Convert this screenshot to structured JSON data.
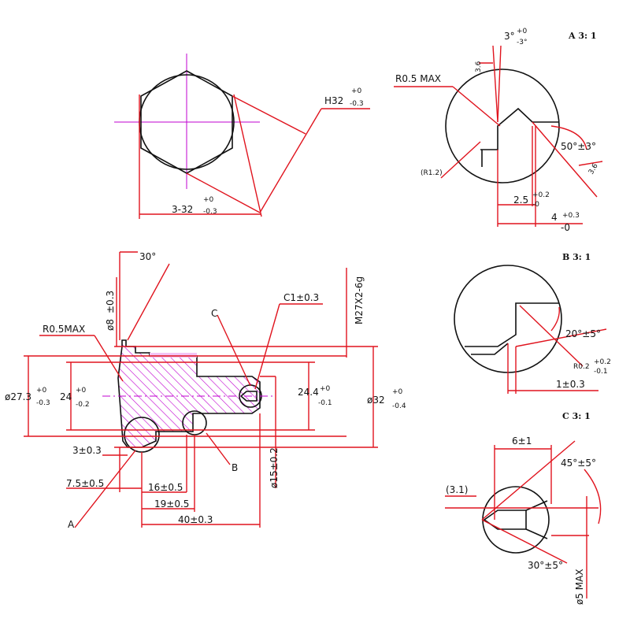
{
  "colors": {
    "dimension_line": "#e0141e",
    "outline": "#111111",
    "center_line": "#c000d0",
    "hatch": "#c000d0"
  },
  "hex_view": {
    "hex_tol_upper": "+0",
    "hex_size_main": "H32",
    "hex_tol_lower": "-0.3",
    "across_tol_upper": "+0",
    "across_main": "3-32",
    "across_tol_lower": "-0.3"
  },
  "detail_a": {
    "title": "A 3: 1",
    "angle_top_main": "3°",
    "angle_top_upper": "+0",
    "angle_top_lower": "-3°",
    "small_value": "3.6",
    "radius_max": "R0.5 MAX",
    "radius_ref": "(R1.2)",
    "angle_side": "50°±3°",
    "small_value_right": "3.6",
    "width_main": "2.5",
    "width_upper": "+0.2",
    "width_lower": "-0",
    "depth_main": "4",
    "depth_upper": "+0.3",
    "depth_lower": "-0"
  },
  "detail_b": {
    "title": "B 3: 1",
    "angle": "20°±5°",
    "radius_main": "R0.2",
    "radius_upper": "+0.2",
    "radius_lower": "-0.1",
    "width": "1±0.3"
  },
  "detail_c": {
    "title": "C 3: 1",
    "width": "6±1",
    "angle_top": "45°±5°",
    "ref_value": "(3.1)",
    "angle_bottom": "30°±5°",
    "diameter_max": "ø5 MAX"
  },
  "section_view": {
    "chamfer_angle": "30°",
    "hole_dia_main": "ø8",
    "hole_dia_tol": "±0.3",
    "radius_max": "R0.5MAX",
    "label_c": "C",
    "chamfer": "C1±0.3",
    "thread": "M27X2-6g",
    "outer_dia_main": "ø27.3",
    "outer_dia_upper": "+0",
    "outer_dia_lower": "-0.3",
    "inner_dia_main": "24",
    "inner_dia_upper": "+0",
    "inner_dia_lower": "-0.2",
    "groove_dia_main": "24.4",
    "groove_dia_upper": "+0",
    "groove_dia_lower": "-0.1",
    "body_dia_main": "ø32",
    "body_dia_upper": "+0",
    "body_dia_lower": "-0.4",
    "len_3": "3±0.3",
    "label_b": "B",
    "bore_dia": "ø15±0.2",
    "len_7_5": "7.5±0.5",
    "len_16": "16±0.5",
    "len_19": "19±0.5",
    "len_40": "40±0.3",
    "label_a": "A"
  }
}
